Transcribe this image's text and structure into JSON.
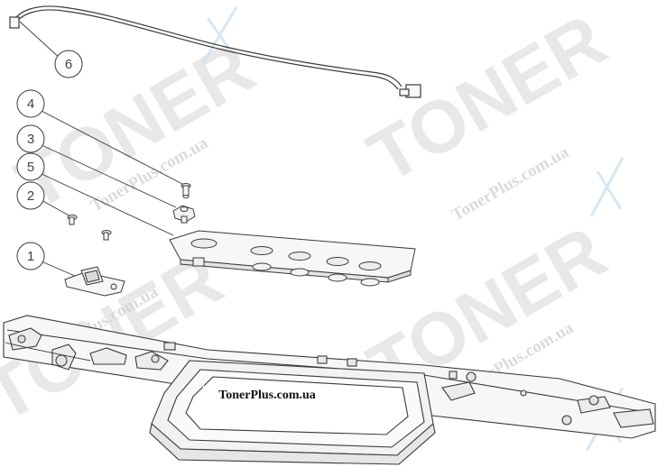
{
  "callouts": [
    {
      "id": "6",
      "label": "6"
    },
    {
      "id": "4",
      "label": "4"
    },
    {
      "id": "3",
      "label": "3"
    },
    {
      "id": "5",
      "label": "5"
    },
    {
      "id": "2",
      "label": "2"
    },
    {
      "id": "1",
      "label": "1"
    }
  ],
  "watermark": {
    "brand": "TONER",
    "url": "TonerPlus.com.ua"
  },
  "banner": {
    "text": "TonerPlus.com.ua"
  },
  "colors": {
    "line": "#3a3a3a",
    "watermark": "#d6d6d6",
    "part_fill": "#f7f7f7"
  }
}
